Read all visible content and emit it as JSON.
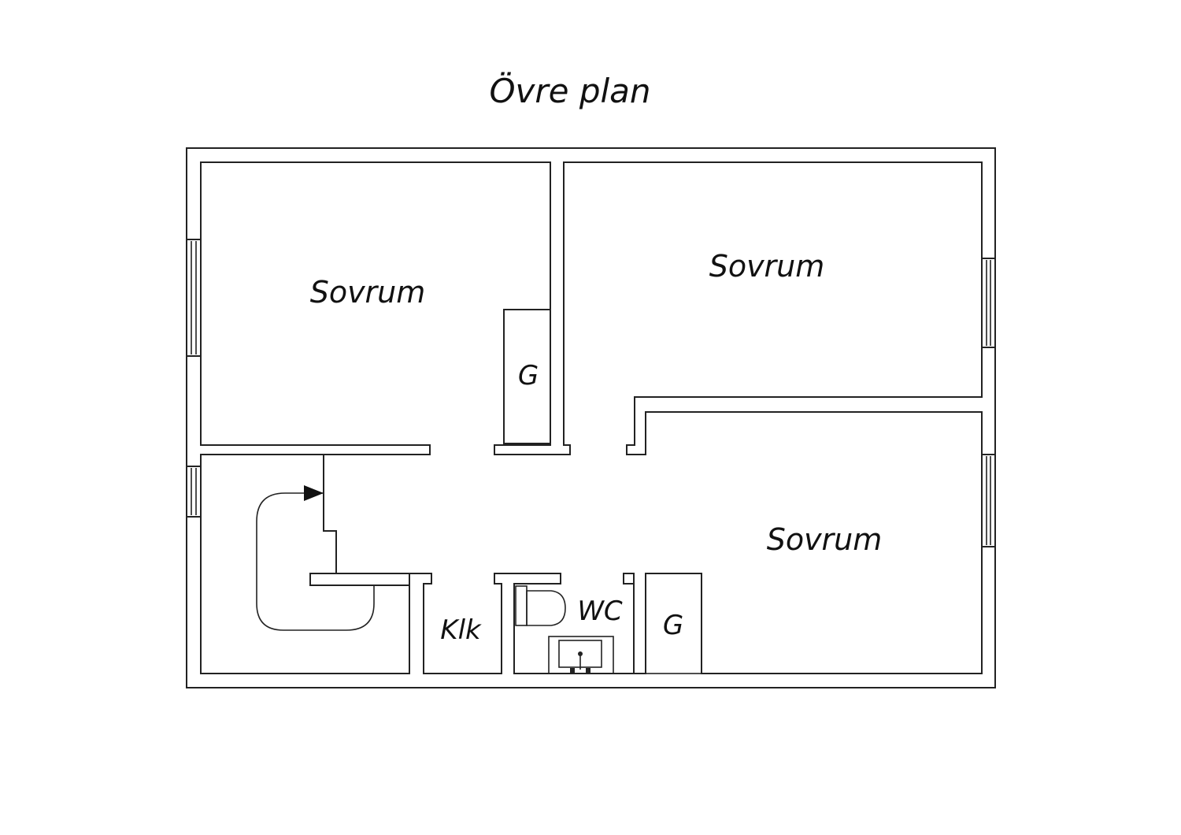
{
  "plan": {
    "title": "Övre plan",
    "rooms": {
      "bedroom_top_left": "Sovrum",
      "bedroom_top_right": "Sovrum",
      "bedroom_bottom_right": "Sovrum",
      "closet_upper": "G",
      "closet_lower": "G",
      "walk_in_closet": "Klk",
      "toilet": "WC"
    },
    "icons": {
      "staircase": "staircase-icon",
      "stair_arrow": "arrow-icon",
      "toilet": "toilet-icon",
      "sink": "sink-icon",
      "window": "window-icon"
    }
  }
}
